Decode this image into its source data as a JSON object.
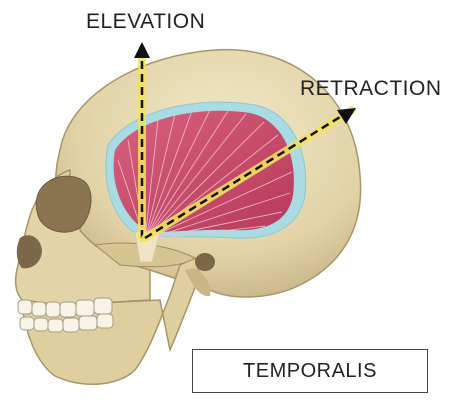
{
  "labels": {
    "elevation": "ELEVATION",
    "retraction": "RETRACTION",
    "muscle_name": "TEMPORALIS"
  },
  "colors": {
    "bone": "#e7dbb4",
    "bone_shadow": "#b9a87a",
    "muscle": "#c84a6a",
    "muscle_fibers": "#f3c4cf",
    "fascia": "#a8dbe3",
    "arrow_glow": "#f4e35a",
    "arrow": "#111111"
  }
}
